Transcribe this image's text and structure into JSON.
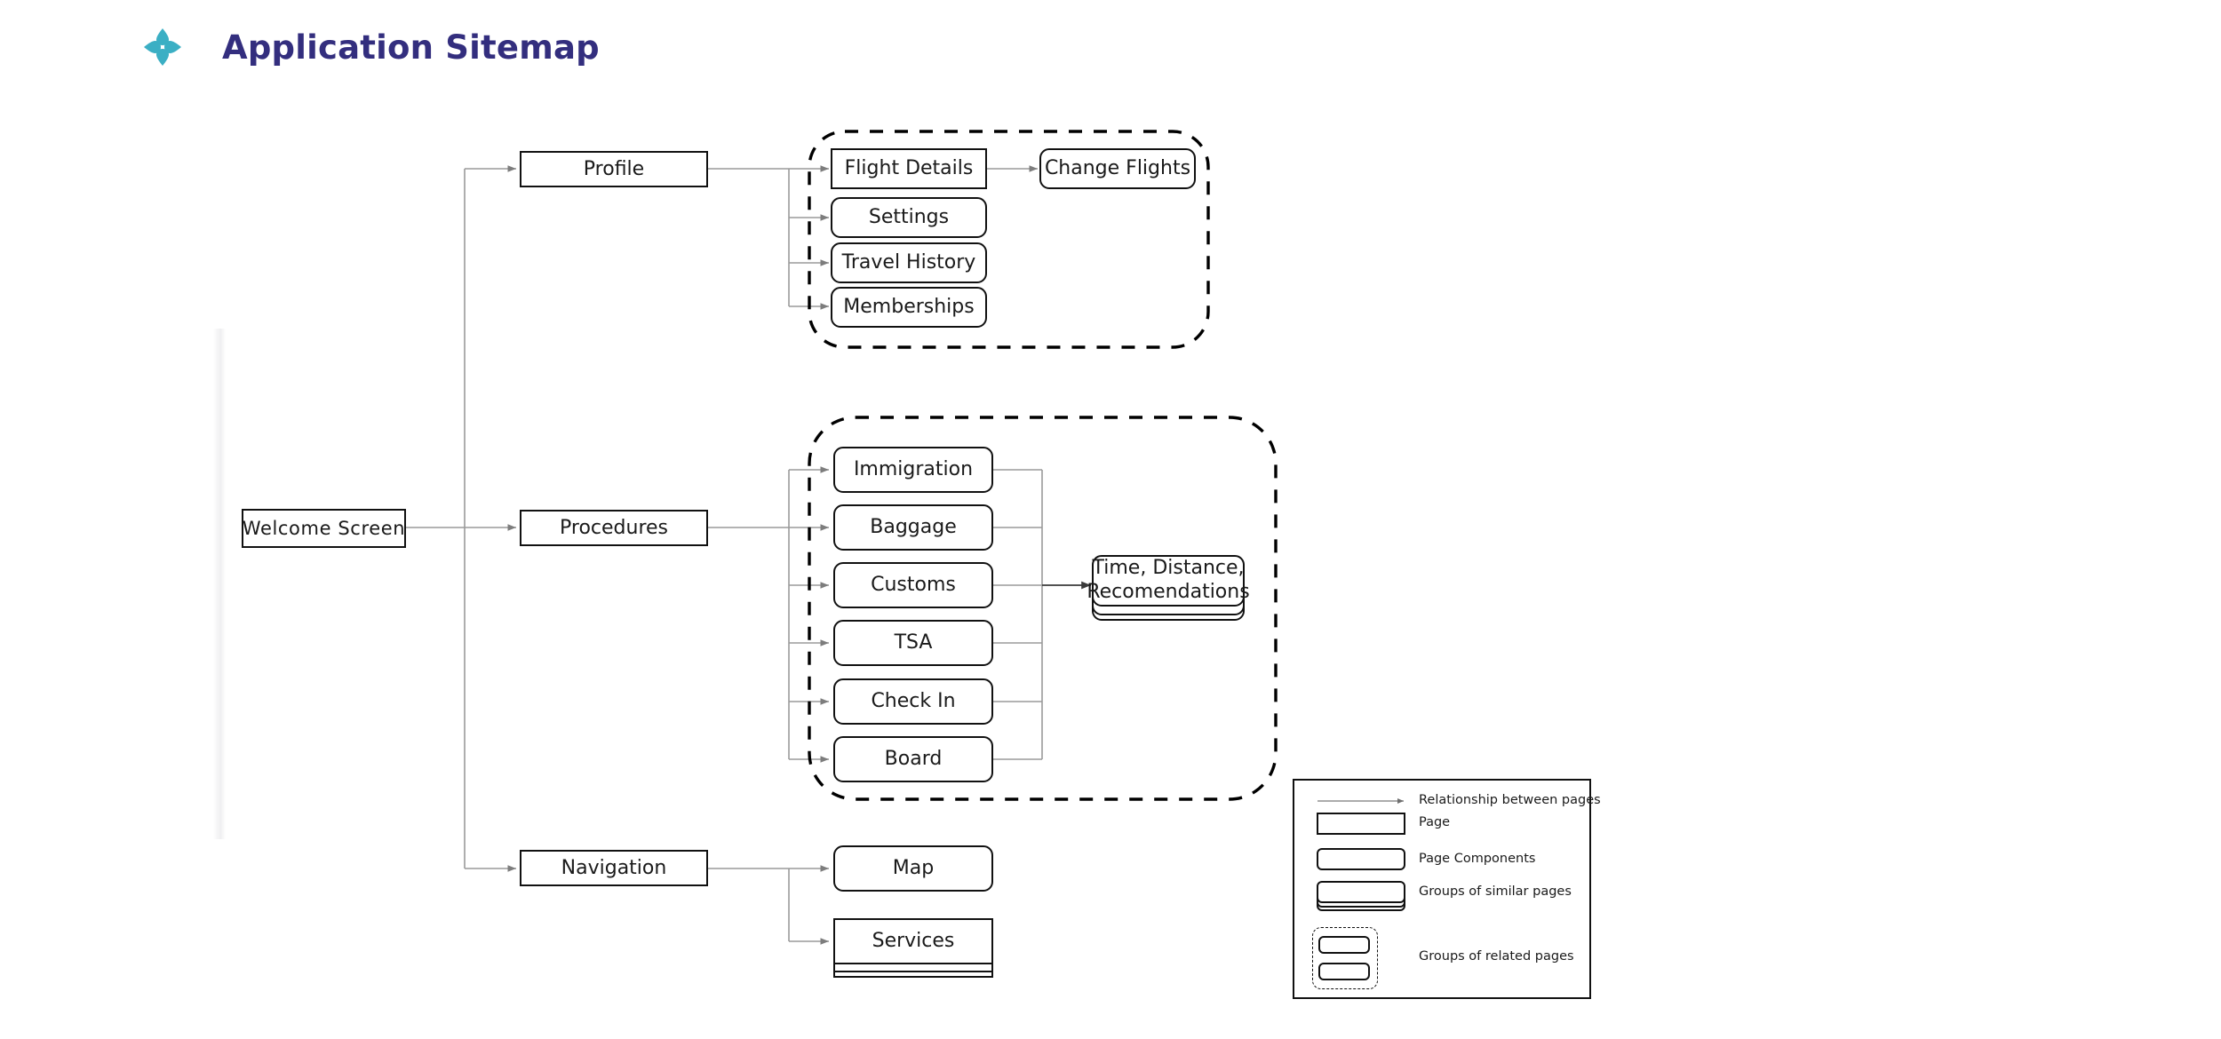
{
  "header": {
    "title": "Application Sitemap",
    "logo_icon": "four-petal-flower-icon",
    "logo_color": "#3BAFC4",
    "title_color": "#332E7E"
  },
  "diagram": {
    "type": "sitemap-tree",
    "root": {
      "label": "Welcome Screen",
      "shape": "page"
    },
    "branches": [
      {
        "label": "Profile",
        "shape": "page",
        "group": {
          "style": "groups-of-related-pages",
          "dashed": true
        },
        "children": [
          {
            "label": "Flight Details",
            "shape": "page"
          },
          {
            "label": "Settings",
            "shape": "page-components"
          },
          {
            "label": "Travel History",
            "shape": "page-components"
          },
          {
            "label": "Memberships",
            "shape": "page-components"
          }
        ],
        "grandchildren": [
          {
            "label": "Change Flights",
            "shape": "page-components",
            "parent": "Flight Details"
          }
        ]
      },
      {
        "label": "Procedures",
        "shape": "page",
        "group": {
          "style": "groups-of-related-pages",
          "dashed": true
        },
        "children": [
          {
            "label": "Immigration",
            "shape": "page-components"
          },
          {
            "label": "Baggage",
            "shape": "page-components"
          },
          {
            "label": "Customs",
            "shape": "page-components"
          },
          {
            "label": "TSA",
            "shape": "page-components"
          },
          {
            "label": "Check In",
            "shape": "page-components"
          },
          {
            "label": "Board",
            "shape": "page-components"
          }
        ],
        "aggregate": {
          "label_line1": "Time, Distance,",
          "label_line2": "Recomendations",
          "shape": "groups-of-similar-pages"
        }
      },
      {
        "label": "Navigation",
        "shape": "page",
        "children": [
          {
            "label": "Map",
            "shape": "page-components"
          },
          {
            "label": "Services",
            "shape": "groups-of-similar-pages"
          }
        ]
      }
    ]
  },
  "legend": {
    "items": [
      {
        "key": "relationship",
        "label": "Relationship between pages",
        "symbol": "arrow-line"
      },
      {
        "key": "page",
        "label": "Page",
        "symbol": "square-box"
      },
      {
        "key": "page-components",
        "label": "Page Components",
        "symbol": "rounded-box"
      },
      {
        "key": "groups-similar",
        "label": "Groups of similar pages",
        "symbol": "stacked-rounded-box"
      },
      {
        "key": "groups-related",
        "label": "Groups of related pages",
        "symbol": "dashed-container-with-boxes"
      }
    ]
  }
}
